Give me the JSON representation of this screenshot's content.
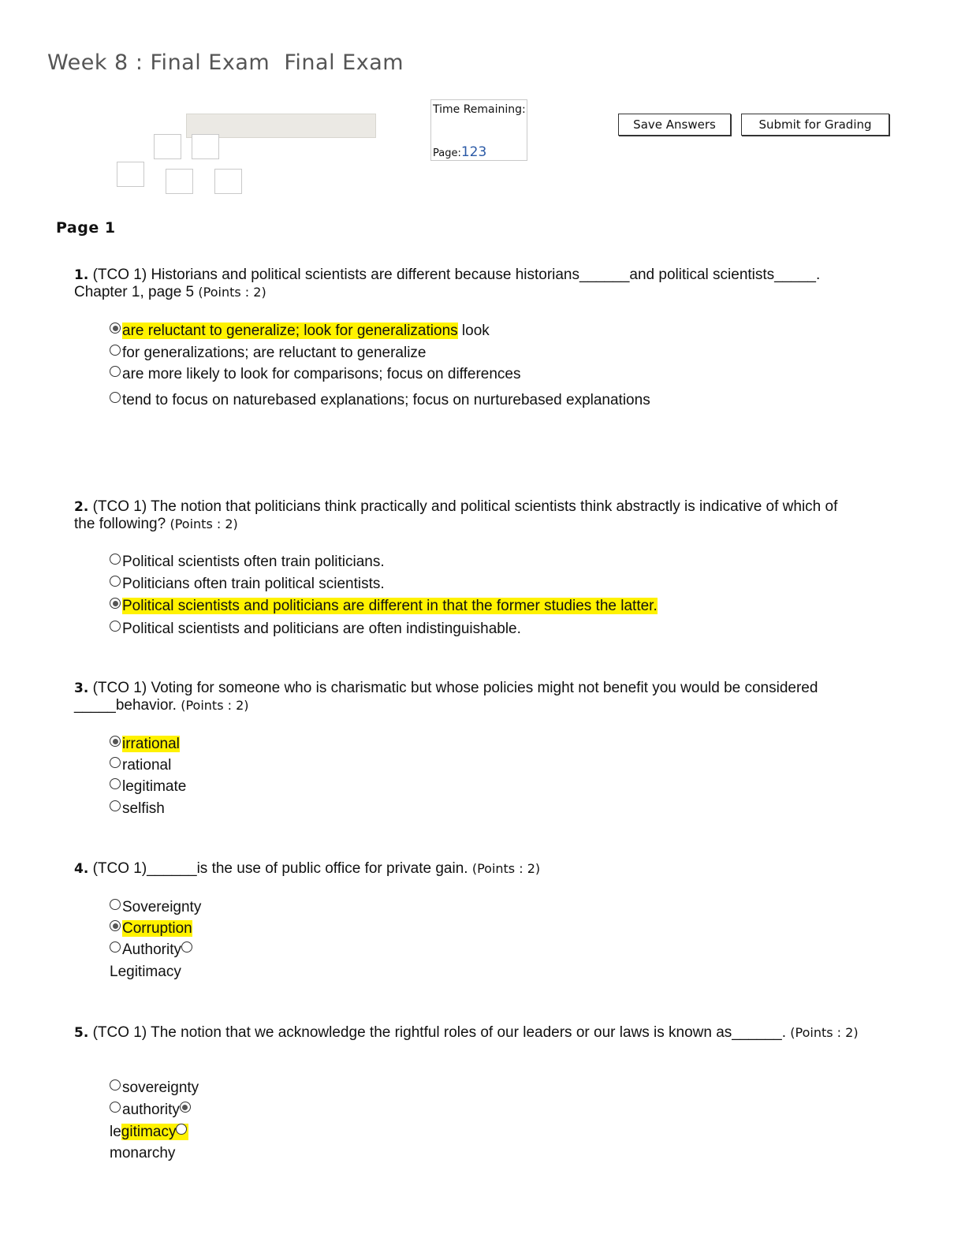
{
  "header": {
    "title": "Week 8 : Final Exam  Final Exam",
    "time_remaining_label": "Time Remaining:",
    "page_label": "Page:",
    "page_numbers": "123",
    "save_button": "Save Answers",
    "submit_button": "Submit for Grading"
  },
  "section_label": "Page 1",
  "questions": [
    {
      "number": "1.",
      "text": "(TCO 1) Historians and political scientists are different because historians______and political scientists_____.",
      "text2": "Chapter 1, page 5",
      "points": "(Points : 2)",
      "options": [
        {
          "label": "are reluctant to generalize; look for generalizations",
          "suffix": " look",
          "selected": true,
          "highlight": true
        },
        {
          "label": "for generalizations; are reluctant to generalize",
          "selected": false
        },
        {
          "label": "are more likely to look for comparisons; focus on differences",
          "selected": false
        },
        {
          "label": "tend to focus on naturebased explanations; focus on nurturebased explanations",
          "selected": false
        }
      ]
    },
    {
      "number": "2.",
      "text": "(TCO 1) The notion that politicians think practically and political scientists think abstractly is indicative of which of the following?",
      "points": "(Points : 2)",
      "options": [
        {
          "label": "Political scientists often train politicians.",
          "selected": false
        },
        {
          "label": "Politicians often train political scientists.",
          "selected": false
        },
        {
          "label": "Political scientists and politicians are different in that the former studies the latter.",
          "selected": true,
          "highlight": true
        },
        {
          "label": "Political scientists and politicians are often indistinguishable.",
          "selected": false
        }
      ]
    },
    {
      "number": "3.",
      "text": "(TCO 1) Voting for someone who is charismatic but whose policies might not benefit you would be considered _____behavior.",
      "points": "(Points : 2)",
      "options": [
        {
          "label": "irrational",
          "selected": true,
          "highlight": true
        },
        {
          "label": "rational",
          "selected": false
        },
        {
          "label": "legitimate",
          "selected": false
        },
        {
          "label": "selfish",
          "selected": false
        }
      ]
    },
    {
      "number": "4.",
      "text": "(TCO 1)______is the use of public office for private gain.",
      "points": "(Points : 2)",
      "options": [
        {
          "label": "Sovereignty",
          "selected": false
        },
        {
          "label": "Corruption",
          "selected": true,
          "highlight": true
        },
        {
          "label": "Authority",
          "selected": false
        },
        {
          "label": "Legitimacy",
          "selected": false
        }
      ]
    },
    {
      "number": "5.",
      "text": "(TCO 1) The notion that we acknowledge the  rightful roles of our leaders or our laws is known as______.",
      "points": "(Points : 2)",
      "options": [
        {
          "label": "sovereignty",
          "selected": false
        },
        {
          "label": "authority",
          "selected": false
        },
        {
          "label_pre": "le",
          "label": "gitimacy",
          "selected": false
        },
        {
          "label": "monarchy",
          "selected": false
        }
      ]
    }
  ]
}
